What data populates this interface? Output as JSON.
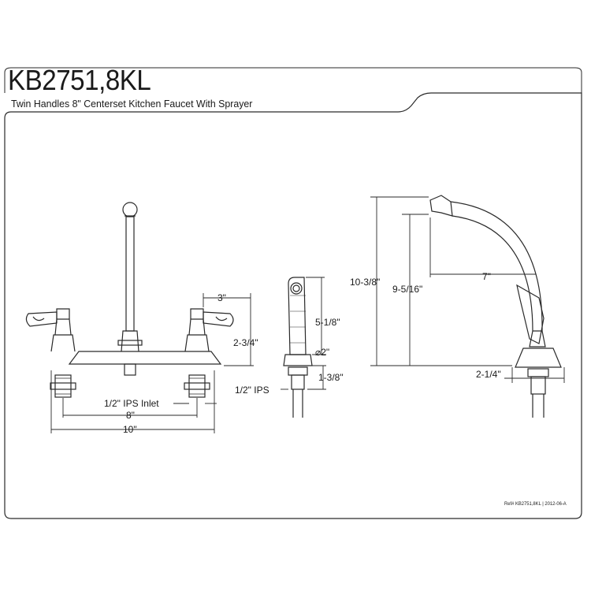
{
  "header": {
    "model": "KB2751,8KL",
    "subtitle": "Twin Handles 8\" Centerset Kitchen Faucet With Sprayer"
  },
  "dimensions": {
    "handle_spacing": "3\"",
    "handle_height": "2-3/4\"",
    "inlet": "1/2\" IPS Inlet",
    "center": "8\"",
    "overall_width": "10\"",
    "sprayer_length": "5-1/8\"",
    "sprayer_diameter": "⌀2\"",
    "sprayer_base": "1-3/8\"",
    "sprayer_ips": "1/2\" IPS",
    "overall_height": "10-3/8\"",
    "spout_height": "9-5/16\"",
    "spout_reach": "7\"",
    "base_depth": "2-1/4\""
  },
  "footer": {
    "reference": "Ref# KB2751,8KL | 2012-06-A"
  },
  "colors": {
    "line": "#2a2a2a",
    "background": "#ffffff"
  }
}
